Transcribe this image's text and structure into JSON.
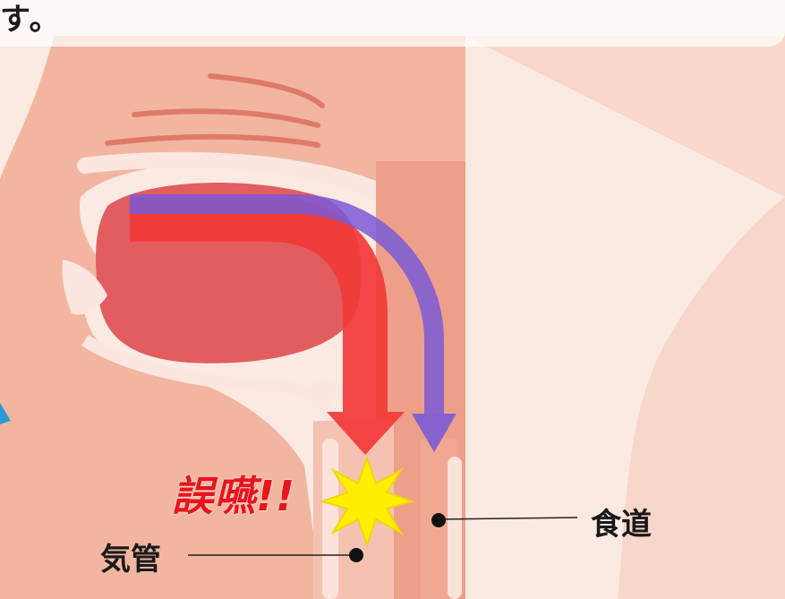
{
  "banner": {
    "text": "す。"
  },
  "labels": {
    "esophagus": "食道",
    "trachea": "気管",
    "aspiration": "誤嚥!!"
  },
  "colors": {
    "skin": "#f4c0aa",
    "tissue": "#ee9a85",
    "cavity": "#e45b5b",
    "food_path_to_trachea": "#f23a3a",
    "food_path_to_esophagus": "#7a5bd6",
    "burst": "#ffee00"
  },
  "icons": [
    "burst-star-icon",
    "pointer-dot-icon"
  ]
}
